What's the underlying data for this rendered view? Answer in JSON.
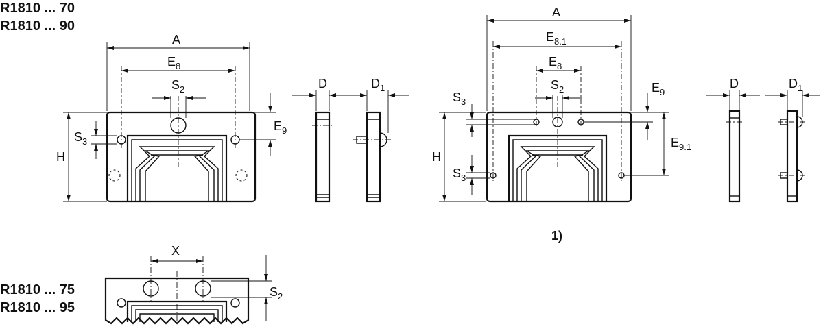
{
  "codes": {
    "top_line1": "R1810 ... 70",
    "top_line2": "R1810 ... 90",
    "bottom_line1": "R1810 ... 75",
    "bottom_line2": "R1810 ... 95"
  },
  "dims": {
    "A": "A",
    "E": "E",
    "sub_8": "8",
    "sub_81": "8.1",
    "sub_9": "9",
    "sub_91": "9.1",
    "S": "S",
    "sub_2": "2",
    "sub_3": "3",
    "H": "H",
    "D": "D",
    "sub_1": "1",
    "X": "X"
  },
  "note": "1)"
}
